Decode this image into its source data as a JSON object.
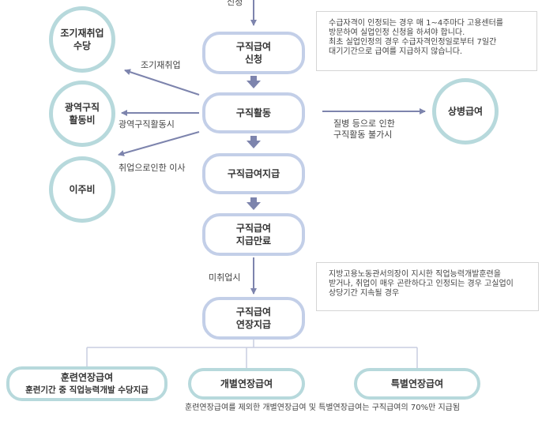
{
  "top_label": "신청",
  "main_flow": {
    "apply": [
      "구직급여",
      "신청"
    ],
    "job_search": "구직활동",
    "payment": "구직급여지급",
    "end": [
      "구직급여",
      "지급만료"
    ],
    "extension": [
      "구직급여",
      "연장지급"
    ]
  },
  "side_benefits": {
    "early_employment": [
      "조기재취업",
      "수당"
    ],
    "wide_area_job_search": [
      "광역구직",
      "활동비"
    ],
    "relocation": "이주비",
    "sickness": "상병급여"
  },
  "arrow_labels": {
    "early_employment": "조기재취업",
    "wide_area_job_search": "광역구직활동시",
    "relocation": "취업으로인한 이사",
    "sickness": [
      "질병 등으로 인한",
      "구직활동 불가시"
    ],
    "not_employed": "미취업시"
  },
  "notes": {
    "top": [
      "수급자격이 인정되는 경우 매 1~4주마다 고용센터를",
      "방문하여 실업인정 신청을 하셔야 합니다.",
      "최초 실업인정의 경우 수급자격인정일로부터 7일간",
      "대기기간으로 급여를 지급하지 않습니다."
    ],
    "bottom": [
      "지방고용노동관서의장이 지시한 직업능력개발훈련을",
      "받거나, 취업이 매우 곤란하다고 인정되는 경우 고실업이",
      "상당기간 지속될 경우"
    ]
  },
  "extension_types": {
    "training": {
      "title": "훈련연장급여",
      "subtitle": "훈련기간 중 직업능력개발 수당지급"
    },
    "individual": "개별연장급여",
    "special": "특별연장급여"
  },
  "footnote": "훈련연장급여를 제외한 개별연장급여 및 특별연장급여는 구직급여의 70%만 지급됨",
  "colors": {
    "main_border": "#c3cfe8",
    "benefit_border": "#b7d9dc",
    "arrow": "#7d84ad",
    "line": "#c8cde0"
  }
}
